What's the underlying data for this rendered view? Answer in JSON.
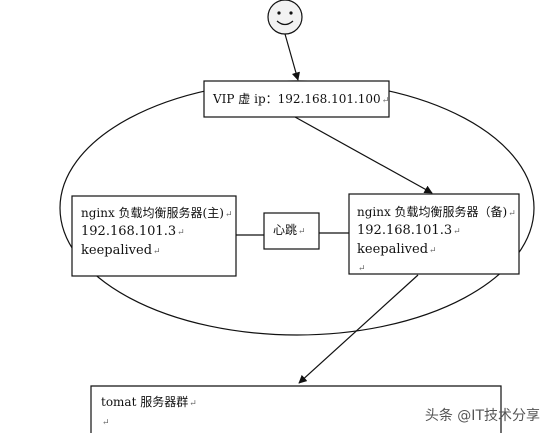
{
  "diagram": {
    "vip": {
      "label": "VIP 虚 ip：192.168.101.100"
    },
    "heartbeat": {
      "label": "心跳"
    },
    "master": {
      "title": "nginx 负载均衡服务器(主)",
      "ip": "192.168.101.3",
      "service": "keepalived"
    },
    "backup": {
      "title": "nginx 负载均衡服务器（备)",
      "ip": "192.168.101.3",
      "service": "keepalived"
    },
    "tomcat": {
      "title": "tomat 服务器群"
    },
    "paragraph_mark": "↵"
  },
  "watermark": {
    "text": "头条 @IT技术分享"
  },
  "colors": {
    "stroke": "#111111",
    "face": "#f2f2f2",
    "watermark": "#555555"
  }
}
